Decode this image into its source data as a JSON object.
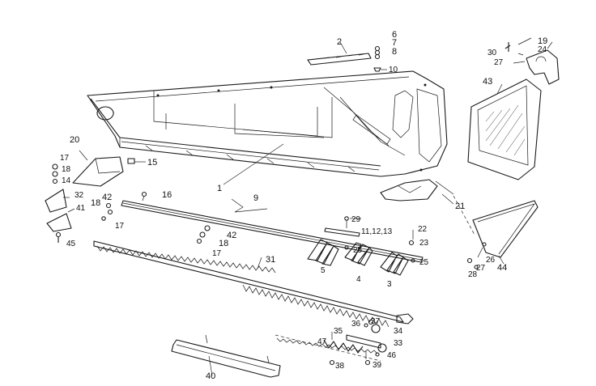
{
  "callouts": {
    "c1": "1",
    "c2": "2",
    "c3": "3",
    "c4": "4",
    "c5": "5",
    "c6": "6",
    "c7": "7",
    "c8": "8",
    "c9": "9",
    "c10": "10",
    "c11": "11,12,13",
    "c14": "14",
    "c15": "15",
    "c16": "16",
    "c17a": "17",
    "c17b": "17",
    "c17c": "17",
    "c18a": "18",
    "c18b": "18",
    "c18c": "18",
    "c19": "19",
    "c20": "20",
    "c21": "21",
    "c22": "22",
    "c23": "23",
    "c24": "24",
    "c25a": "25",
    "c25b": "25",
    "c26": "26",
    "c27a": "27",
    "c27b": "27",
    "c28": "28",
    "c29": "29",
    "c30": "30",
    "c31": "31",
    "c32": "32",
    "c33": "33",
    "c34": "34",
    "c35": "35",
    "c36": "36",
    "c37": "37",
    "c38": "38",
    "c39": "39",
    "c40": "40",
    "c41": "41",
    "c42a": "42",
    "c42b": "42",
    "c43": "43",
    "c44": "44",
    "c45": "45",
    "c46": "46",
    "c47": "47"
  }
}
